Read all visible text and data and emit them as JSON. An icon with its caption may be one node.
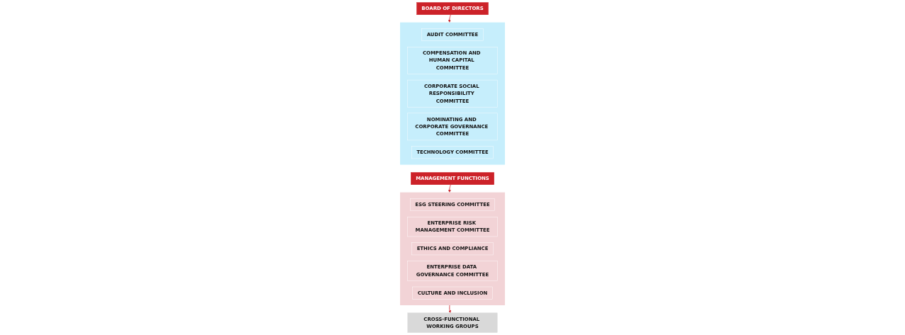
{
  "diagram": {
    "nodes": [
      {
        "text": [
          "BOARD OF DIRECTORS"
        ]
      },
      {
        "text": [],
        "shape": "box"
      },
      {
        "text": [
          "AUDIT COMMITTEE"
        ],
        "in": 1
      },
      {
        "text": [
          "COMPENSATION AND HUMAN CAPITAL COMMITTEE"
        ],
        "in": 1
      },
      {
        "text": [
          "CORPORATE SOCIAL RESPONSIBILITY COMMITTEE"
        ],
        "in": 1
      },
      {
        "text": [
          "NOMINATING AND CORPORATE GOVERNANCE COMMITTEE"
        ],
        "in": 1
      },
      {
        "text": [
          "TECHNOLOGY COMMITTEE"
        ],
        "in": 1
      },
      {
        "text": [
          "MANAGEMENT FUNCTIONS"
        ]
      },
      {
        "text": [],
        "shape": "box"
      },
      {
        "text": [
          "ESG STEERING COMMITTEE"
        ],
        "in": 8
      },
      {
        "text": [
          "ENTERPRISE RISK MANAGEMENT COMMITTEE"
        ],
        "in": 8
      },
      {
        "text": [
          "ETHICS AND COMPLIANCE"
        ],
        "in": 8
      },
      {
        "text": [
          "ENTERPRISE DATA GOVERNANCE COMMITTEE"
        ],
        "in": 8
      },
      {
        "text": [
          "CULTURE AND INCLUSION"
        ],
        "in": 8
      },
      {
        "text": [
          "CROSS-FUNCTIONAL WORKING GROUPS"
        ]
      }
    ],
    "edges": [
      {
        "from": 0,
        "to": 1,
        "arrow": "to"
      },
      {
        "from": 7,
        "to": 8,
        "arrow": "to"
      },
      {
        "from": 8,
        "to": 14,
        "arrow": "to"
      }
    ]
  }
}
